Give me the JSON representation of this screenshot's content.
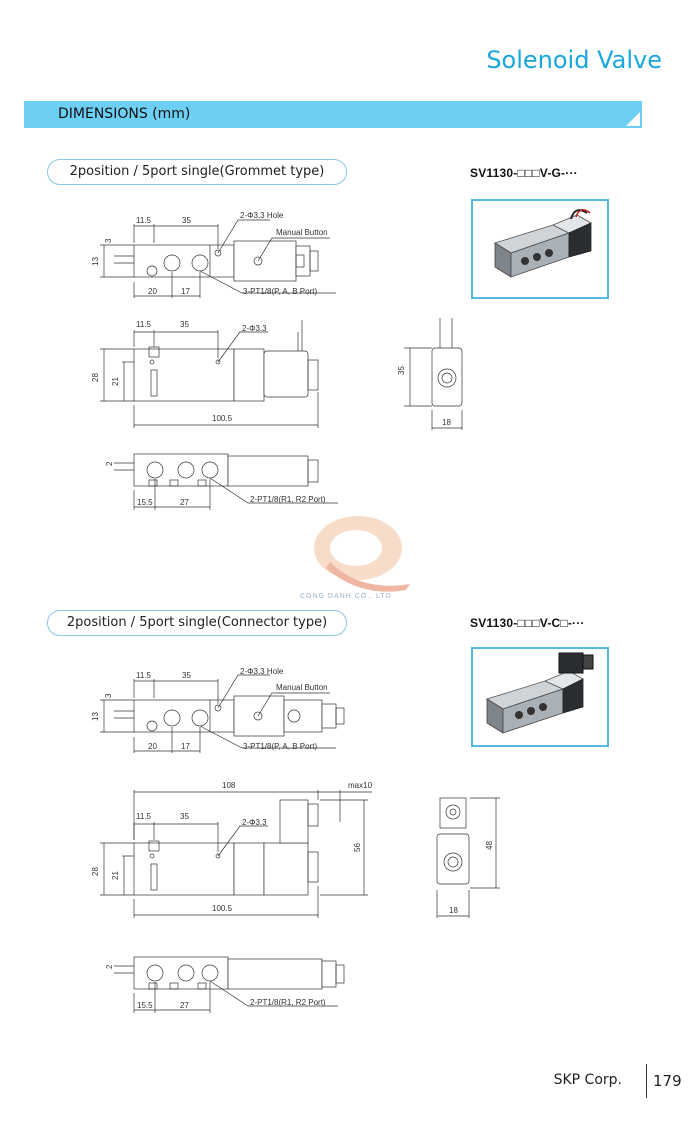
{
  "header": {
    "title": "Solenoid Valve"
  },
  "section": {
    "label": "DIMENSIONS (mm)"
  },
  "grommet": {
    "pill": "2position / 5port single(Grommet type)",
    "model": "SV1130-□□□V-G-···",
    "top": {
      "d1": "11.5",
      "d2": "35",
      "hole": "2-Φ3.3 Hole",
      "manual": "Manual Button",
      "h1": "3",
      "h2": "13",
      "w1": "20",
      "w2": "17",
      "port": "3-PT1/8(P, A, B Port)"
    },
    "front": {
      "d1": "11.5",
      "d2": "35",
      "hole": "2-Φ3.3",
      "h1": "28",
      "h2": "21",
      "len": "100.5"
    },
    "side": {
      "h": "35",
      "w": "18"
    },
    "bottom": {
      "h": "2",
      "w1": "15.5",
      "w2": "27",
      "port": "2-PT1/8(R1, R2 Port)"
    }
  },
  "watermark": {
    "text": "CONG DANH CO., LTD"
  },
  "connector": {
    "pill": "2position / 5port single(Connector type)",
    "model": "SV1130-□□□V-C□-···",
    "top": {
      "d1": "11.5",
      "d2": "35",
      "hole": "2-Φ3.3 Hole",
      "manual": "Manual Button",
      "h1": "3",
      "h2": "13",
      "w1": "20",
      "w2": "17",
      "port": "3-PT1/8(P, A, B Port)"
    },
    "front": {
      "total": "108",
      "max": "max10",
      "d1": "11.5",
      "d2": "35",
      "hole": "2-Φ3.3",
      "h1": "28",
      "h2": "21",
      "h3": "56",
      "len": "100.5"
    },
    "side": {
      "h": "48",
      "w": "18"
    },
    "bottom": {
      "h": "2",
      "w1": "15.5",
      "w2": "27",
      "port": "2-PT1/8(R1, R2 Port)"
    }
  },
  "footer": {
    "corp": "SKP Corp.",
    "page": "179"
  },
  "colors": {
    "accent": "#1aa6de",
    "bar": "#6ecff4",
    "frame": "#56b7e6",
    "line": "#333333"
  }
}
